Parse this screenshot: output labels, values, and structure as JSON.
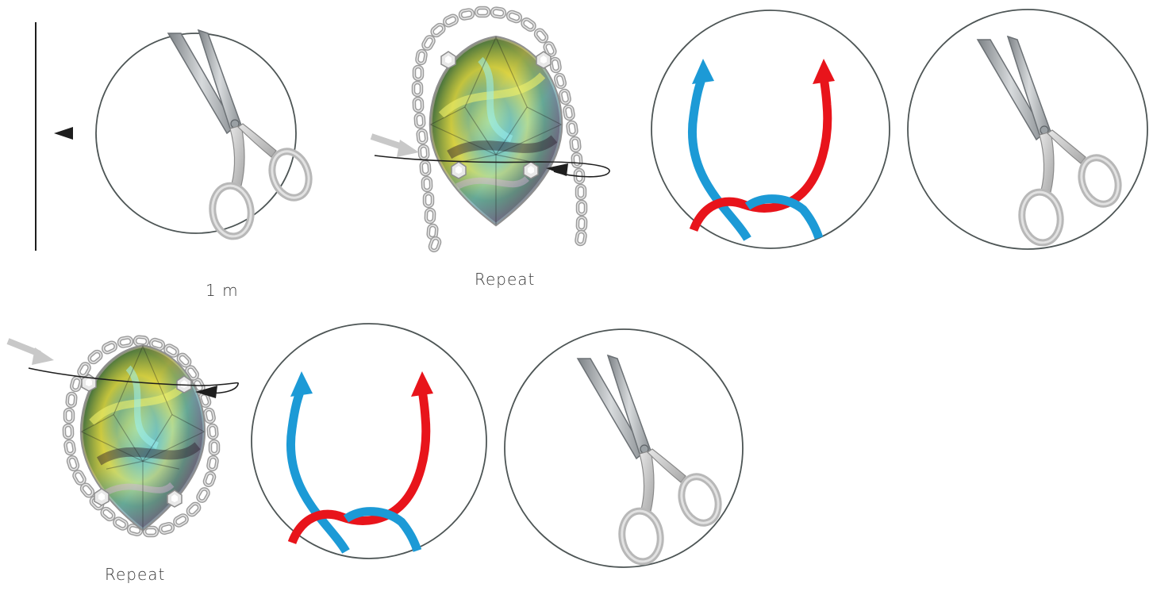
{
  "labels": {
    "length": "1 m",
    "repeat_top": "Repeat",
    "repeat_bottom": "Repeat"
  },
  "colors": {
    "circle_stroke": "#4d5555",
    "cord_blue": "#1c9ad6",
    "cord_red": "#e8141b",
    "gray_arrow": "#c8c8c8",
    "chain": "#b9b9b9",
    "blade": "#9ea3a7",
    "handle": "#c4c4c4"
  },
  "icons": [
    "scissors-icon",
    "crystal-chain-icon",
    "knot-icon",
    "gray-arrow-icon",
    "thread-arrow-icon"
  ]
}
